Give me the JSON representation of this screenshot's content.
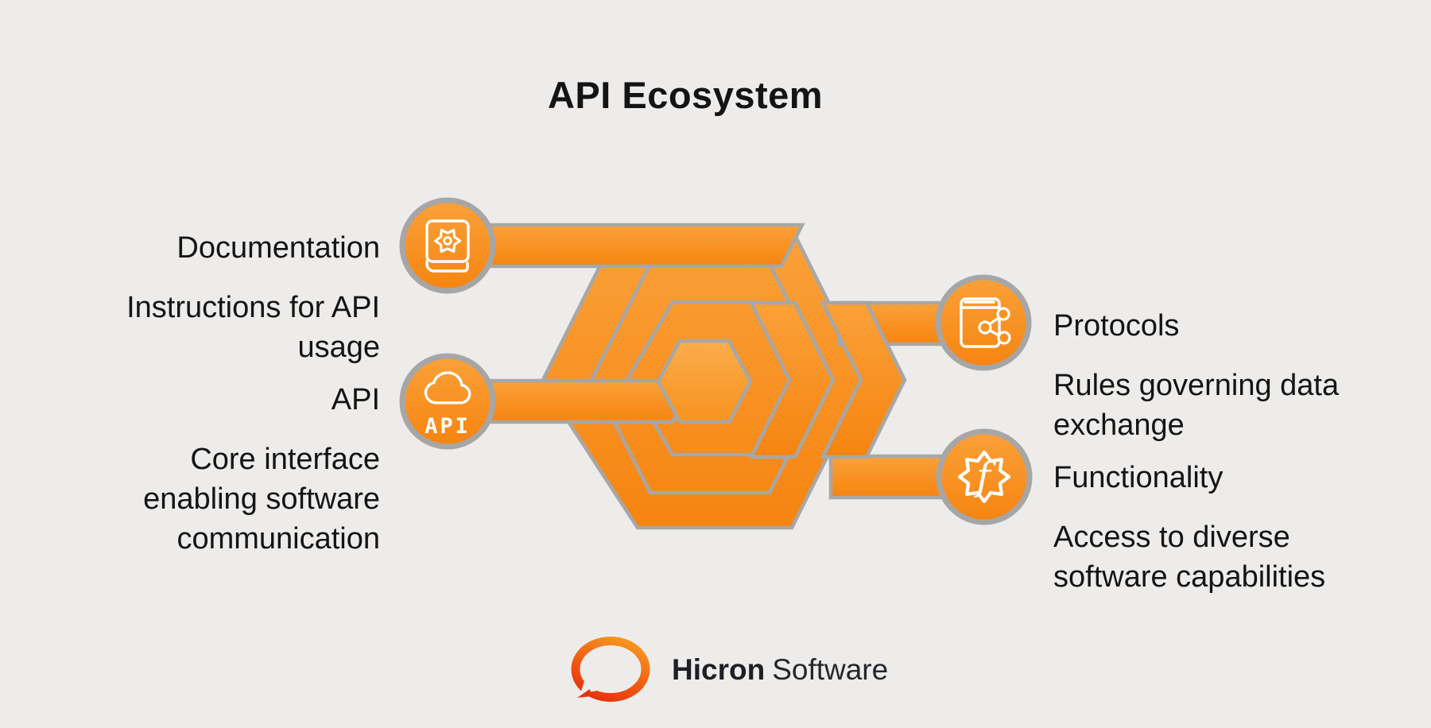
{
  "title": "API Ecosystem",
  "nodes": [
    {
      "id": "documentation",
      "label": "Documentation",
      "description": "Instructions for API usage",
      "icon": "book-gear-icon",
      "side": "left"
    },
    {
      "id": "api",
      "label": "API",
      "description": "Core interface enabling software communication",
      "icon": "cloud-api-icon",
      "icon_text": "API",
      "side": "left"
    },
    {
      "id": "protocols",
      "label": "Protocols",
      "description": "Rules governing data exchange",
      "icon": "book-share-icon",
      "side": "right"
    },
    {
      "id": "functionality",
      "label": "Functionality",
      "description": "Access to diverse software capabilities",
      "icon": "gear-f-icon",
      "icon_text": "f",
      "side": "right"
    }
  ],
  "footer": {
    "brand_name": "Hicron",
    "brand_suffix": "Software"
  },
  "colors": {
    "accent_orange": "#F8911C",
    "accent_orange_light": "#FAA139",
    "accent_orange_deep": "#F68410",
    "outline_gray": "#A7A7A7",
    "background": "#EDECEB",
    "text": "#141414",
    "logo_gradient_start": "#F7941E",
    "logo_gradient_end": "#E5330D"
  }
}
